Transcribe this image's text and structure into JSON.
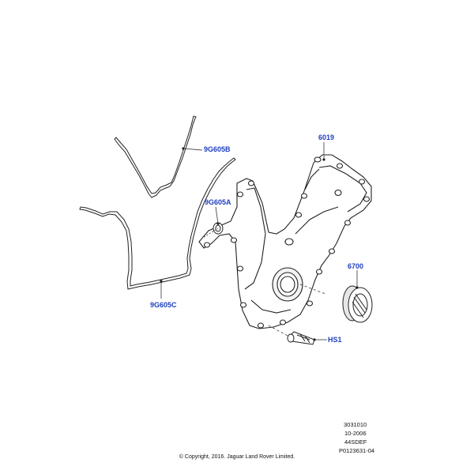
{
  "callouts": {
    "part_6019": "6019",
    "part_9g605b": "9G605B",
    "part_9g605a": "9G605A",
    "part_9g605c": "9G605C",
    "part_6700": "6700",
    "part_hs1": "HS1"
  },
  "reference": {
    "code": "3031010",
    "date": "10-2006",
    "variant": "44SDEF",
    "illustration_id": "P0123631-04"
  },
  "copyright": "© Copyright, 2016. Jaguar Land Rover Limited.",
  "colors": {
    "callout_text": "#1f3fbf",
    "line": "#222222",
    "leader": "#333333"
  },
  "icons": {
    "leader_dot": "leader-dot-icon"
  }
}
